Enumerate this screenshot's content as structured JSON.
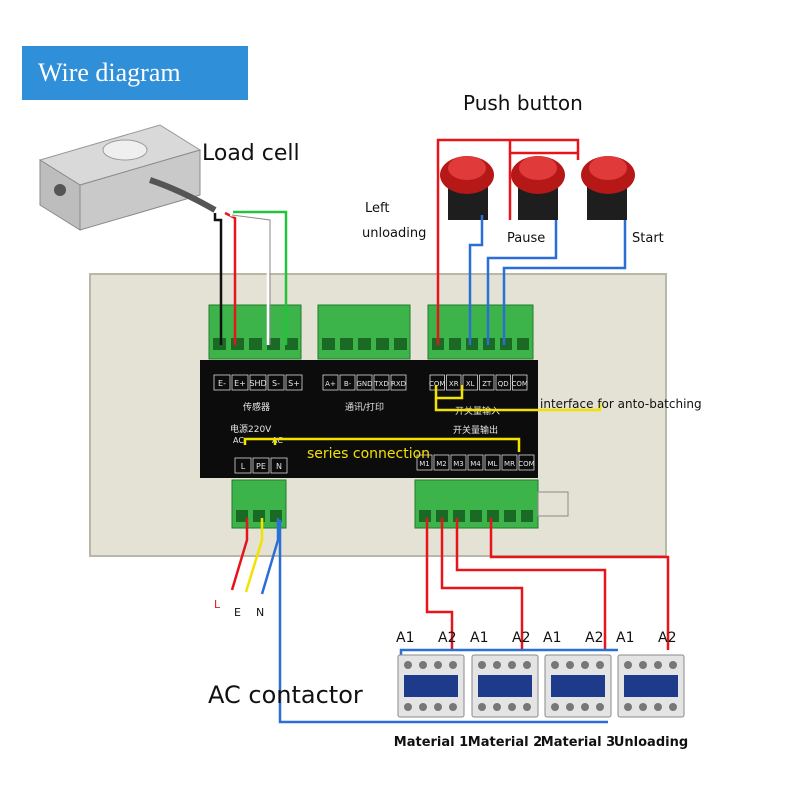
{
  "header": {
    "title": "Wire diagram"
  },
  "labels": {
    "load_cell": "Load cell",
    "push_button": "Push button",
    "left_unloading_1": "Left",
    "left_unloading_2": "unloading",
    "pause": "Pause",
    "start": "Start",
    "auto_batching": "interface for anto-batching",
    "series_connection": "series connection",
    "ac_contactor": "AC contactor",
    "wire_L": "L",
    "wire_E": "E",
    "wire_N": "N"
  },
  "panel": {
    "sensor_terminals": [
      "E-",
      "E+",
      "SHD",
      "S-",
      "S+"
    ],
    "sensor_caption": "传感器",
    "comm_terminals": [
      "A+",
      "B-",
      "GND",
      "TXD",
      "RXD"
    ],
    "comm_caption": "通讯/打印",
    "input_terminals": [
      "COM",
      "XR",
      "XL",
      "ZT",
      "QD",
      "COM"
    ],
    "input_caption": "开关量输入",
    "output_caption": "开关量输出",
    "output_terminals": [
      "M1",
      "M2",
      "M3",
      "M4",
      "ML",
      "MR",
      "COM"
    ],
    "power_caption": "电源220V",
    "power_ac_left": "AC",
    "power_ac_right": "AC",
    "power_terminals": [
      "L",
      "PE",
      "N"
    ]
  },
  "contactors": [
    {
      "a1": "A1",
      "a2": "A2",
      "name": "Material 1"
    },
    {
      "a1": "A1",
      "a2": "A2",
      "name": "Material 2"
    },
    {
      "a1": "A1",
      "a2": "A2",
      "name": "Material 3"
    },
    {
      "a1": "A1",
      "a2": "A2",
      "name": "Unloading"
    }
  ],
  "colors": {
    "header_bg": "#2f8fd8",
    "wire_red": "#e8141c",
    "wire_blue": "#2a6fd6",
    "wire_green": "#22c23a",
    "wire_yellow": "#f2e200",
    "terminal_green": "#3cb44a",
    "panel_black": "#0c0c0c",
    "case_beige": "#e3e2d4"
  }
}
